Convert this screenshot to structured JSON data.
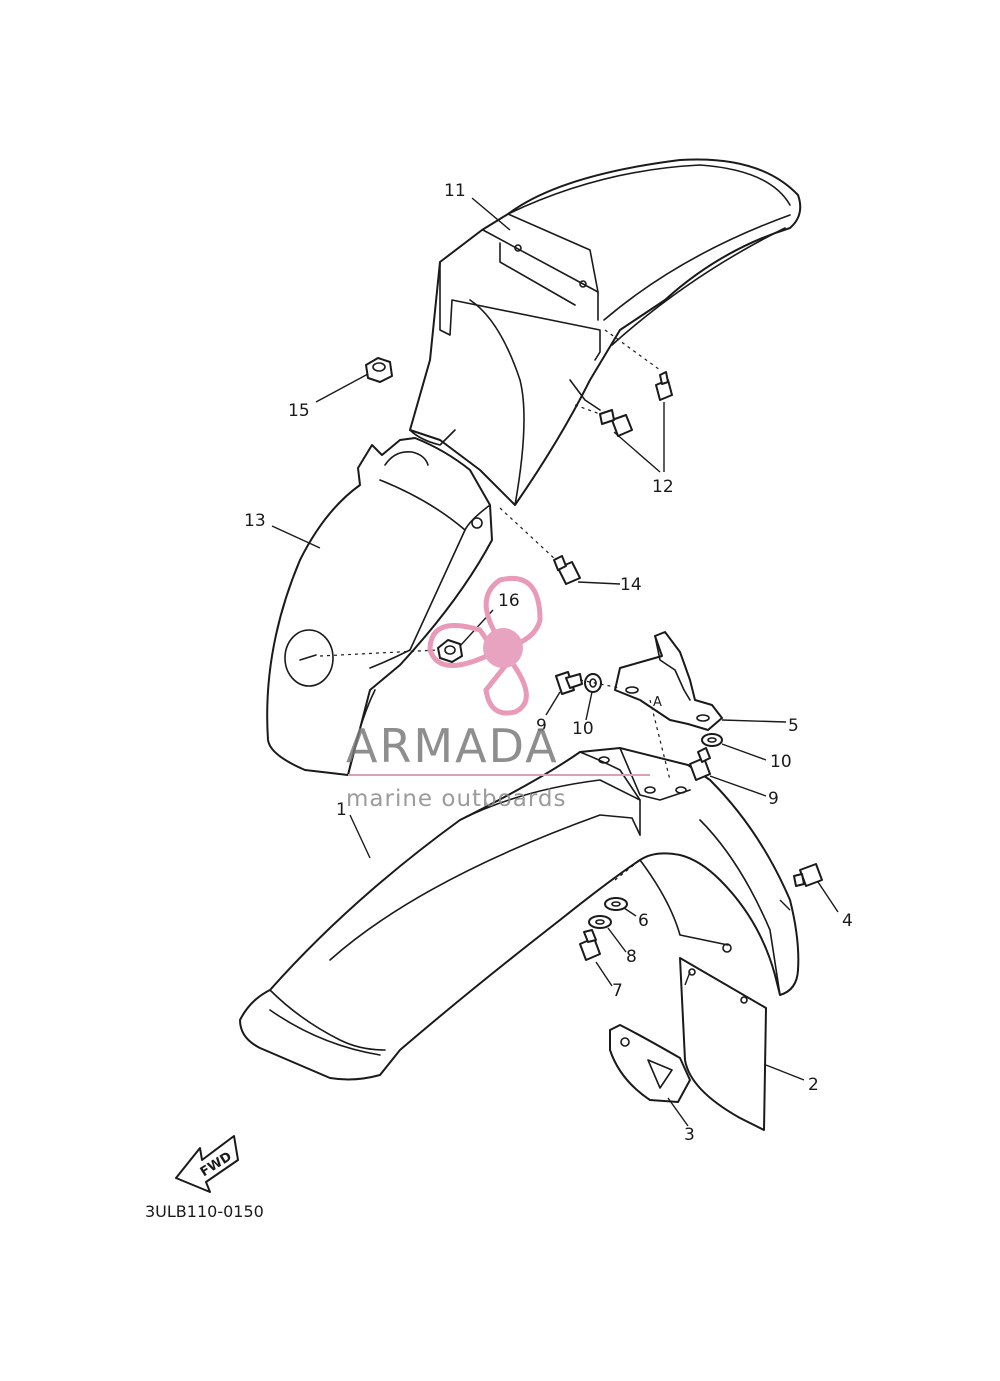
{
  "diagram_code": "3ULB110-0150",
  "direction_arrow_label": "FWD",
  "callouts": [
    {
      "id": "c1",
      "label": "1"
    },
    {
      "id": "c2",
      "label": "2"
    },
    {
      "id": "c3",
      "label": "3"
    },
    {
      "id": "c4",
      "label": "4"
    },
    {
      "id": "c5",
      "label": "5"
    },
    {
      "id": "c6",
      "label": "6"
    },
    {
      "id": "c7",
      "label": "7"
    },
    {
      "id": "c8",
      "label": "8"
    },
    {
      "id": "c9a",
      "label": "9"
    },
    {
      "id": "c9b",
      "label": "9"
    },
    {
      "id": "c10a",
      "label": "10"
    },
    {
      "id": "c10b",
      "label": "10"
    },
    {
      "id": "c11",
      "label": "11"
    },
    {
      "id": "c12",
      "label": "12"
    },
    {
      "id": "c13",
      "label": "13"
    },
    {
      "id": "c14",
      "label": "14"
    },
    {
      "id": "c15",
      "label": "15"
    },
    {
      "id": "c16",
      "label": "16"
    }
  ],
  "bracket_mark": "A",
  "watermark": {
    "title": "ARMADA",
    "subtitle": "marine outboards",
    "logo_color": "#e89ab8",
    "logo_icon": "propeller-logo-icon"
  }
}
